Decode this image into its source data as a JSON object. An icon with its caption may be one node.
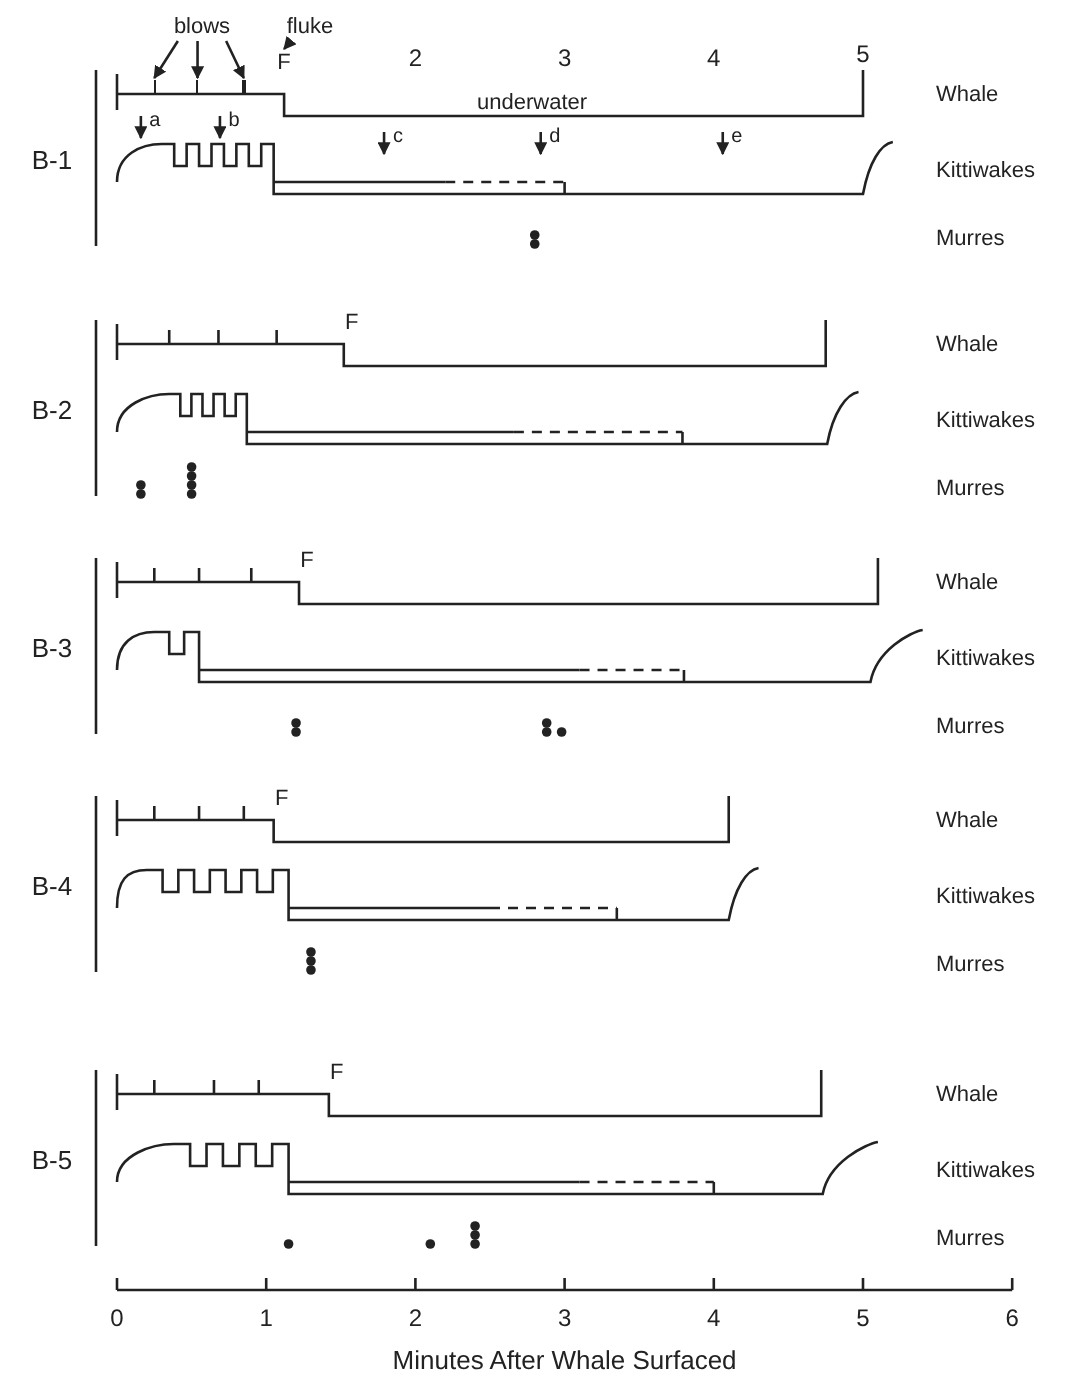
{
  "diagram": {
    "nodes": [
      {
        "text": [
          "blows"
        ]
      },
      {
        "text": [],
        "shape": "bar"
      },
      {
        "text": [],
        "shape": "bar"
      },
      {
        "text": [],
        "shape": "bar"
      },
      {
        "text": [
          "fluke"
        ]
      },
      {
        "text": [
          "F"
        ]
      }
    ],
    "edges": [
      {
        "from": 0,
        "to": 1,
        "arrow": "to"
      },
      {
        "from": 0,
        "to": 2,
        "arrow": "to"
      },
      {
        "from": 0,
        "to": 3,
        "arrow": "to"
      },
      {
        "from": 4,
        "to": 5,
        "arrow": "to"
      }
    ],
    "labels": [
      "2",
      "3",
      "4",
      "5",
      "underwater",
      "Whale",
      "B-1",
      "a",
      "b",
      "c",
      "d",
      "e",
      "Kittiwakes",
      "Murres",
      "F",
      "Whale",
      "B-2",
      "Kittiwakes",
      "Murres",
      "F",
      "Whale",
      "B-3",
      "Kittiwakes",
      "Murres",
      "F",
      "Whale",
      "B-4",
      "Kittiwakes",
      "Murres",
      "F",
      "Whale",
      "B-5",
      "Kittiwakes",
      "Murres",
      "0",
      "1",
      "2",
      "3",
      "4",
      "5",
      "6",
      "Minutes After Whale Surfaced"
    ]
  }
}
